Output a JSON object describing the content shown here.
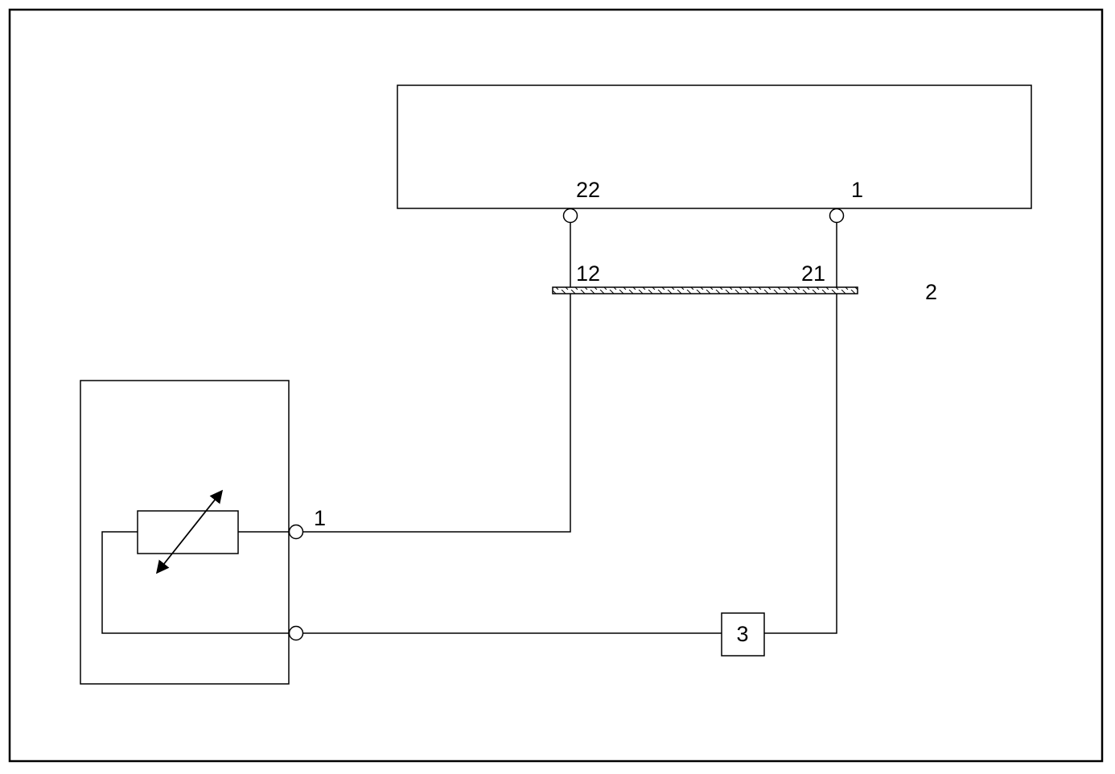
{
  "colors": {
    "line": "#000000",
    "background": "#ffffff"
  },
  "labels": {
    "ecu_pin_22": "22",
    "ecu_pin_1": "1",
    "connector_pin_12": "12",
    "connector_pin_21": "21",
    "connector_callout": "2",
    "sensor_pin_1": "1",
    "component_3": "3"
  }
}
